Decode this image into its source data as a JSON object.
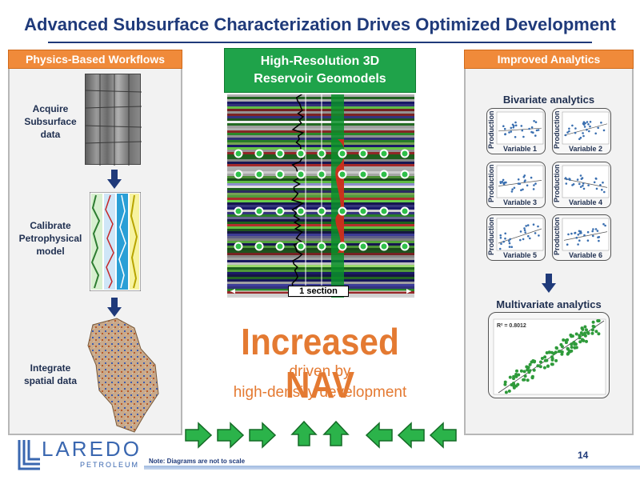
{
  "title": "Advanced Subsurface Characterization Drives Optimized Development",
  "left_panel": {
    "header": "Physics-Based Workflows",
    "steps": [
      {
        "label_lines": [
          "Acquire",
          "Subsurface",
          "data"
        ]
      },
      {
        "label_lines": [
          "Calibrate",
          "Petrophysical",
          "model"
        ]
      },
      {
        "label_lines": [
          "Integrate",
          "spatial data"
        ]
      }
    ]
  },
  "center": {
    "geomodel_title_lines": [
      "High-Resolution 3D",
      "Reservoir Geomodels"
    ],
    "section_label": "1 section",
    "nav_title": "Increased NAV",
    "nav_sub_line1": "driven by",
    "nav_sub_line2": "high-density development"
  },
  "right_panel": {
    "header": "Improved Analytics",
    "bivariate_title": "Bivariate analytics",
    "y_axis_label": "Production",
    "variables": [
      "Variable 1",
      "Variable 2",
      "Variable 3",
      "Variable 4",
      "Variable 5",
      "Variable 6"
    ],
    "multivariate_title": "Multivariate analytics",
    "r_squared": "R² = 0.8012"
  },
  "footer": {
    "logo_text": "LAREDO",
    "logo_sub": "PETROLEUM",
    "note": "Note: Diagrams are not to scale",
    "page_number": "14"
  },
  "colors": {
    "title_blue": "#1f3a7a",
    "header_orange": "#f08a3a",
    "geo_green": "#1fa34a",
    "nav_orange": "#e47a32",
    "scatter_blue": "#3a6fb0",
    "scatter_green": "#2e9a3a"
  }
}
